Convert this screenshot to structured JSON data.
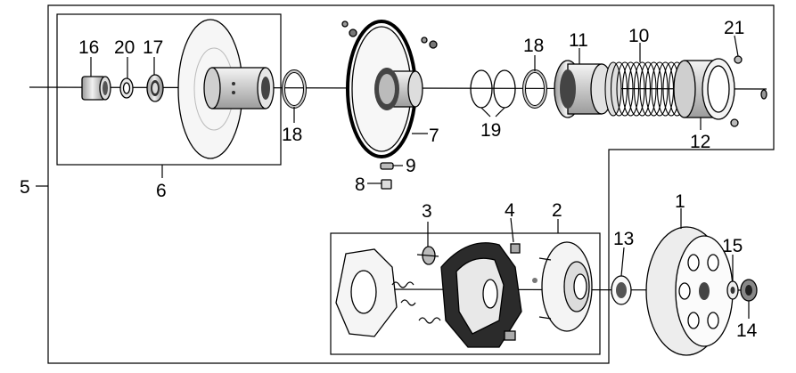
{
  "callouts": {
    "c1": "1",
    "c2": "2",
    "c3": "3",
    "c4": "4",
    "c5": "5",
    "c6": "6",
    "c7": "7",
    "c8": "8",
    "c9": "9",
    "c10": "10",
    "c11": "11",
    "c12": "12",
    "c13": "13",
    "c14": "14",
    "c15": "15",
    "c16": "16",
    "c17": "17",
    "c18a": "18",
    "c18b": "18",
    "c19": "19",
    "c20": "20",
    "c21": "21"
  }
}
